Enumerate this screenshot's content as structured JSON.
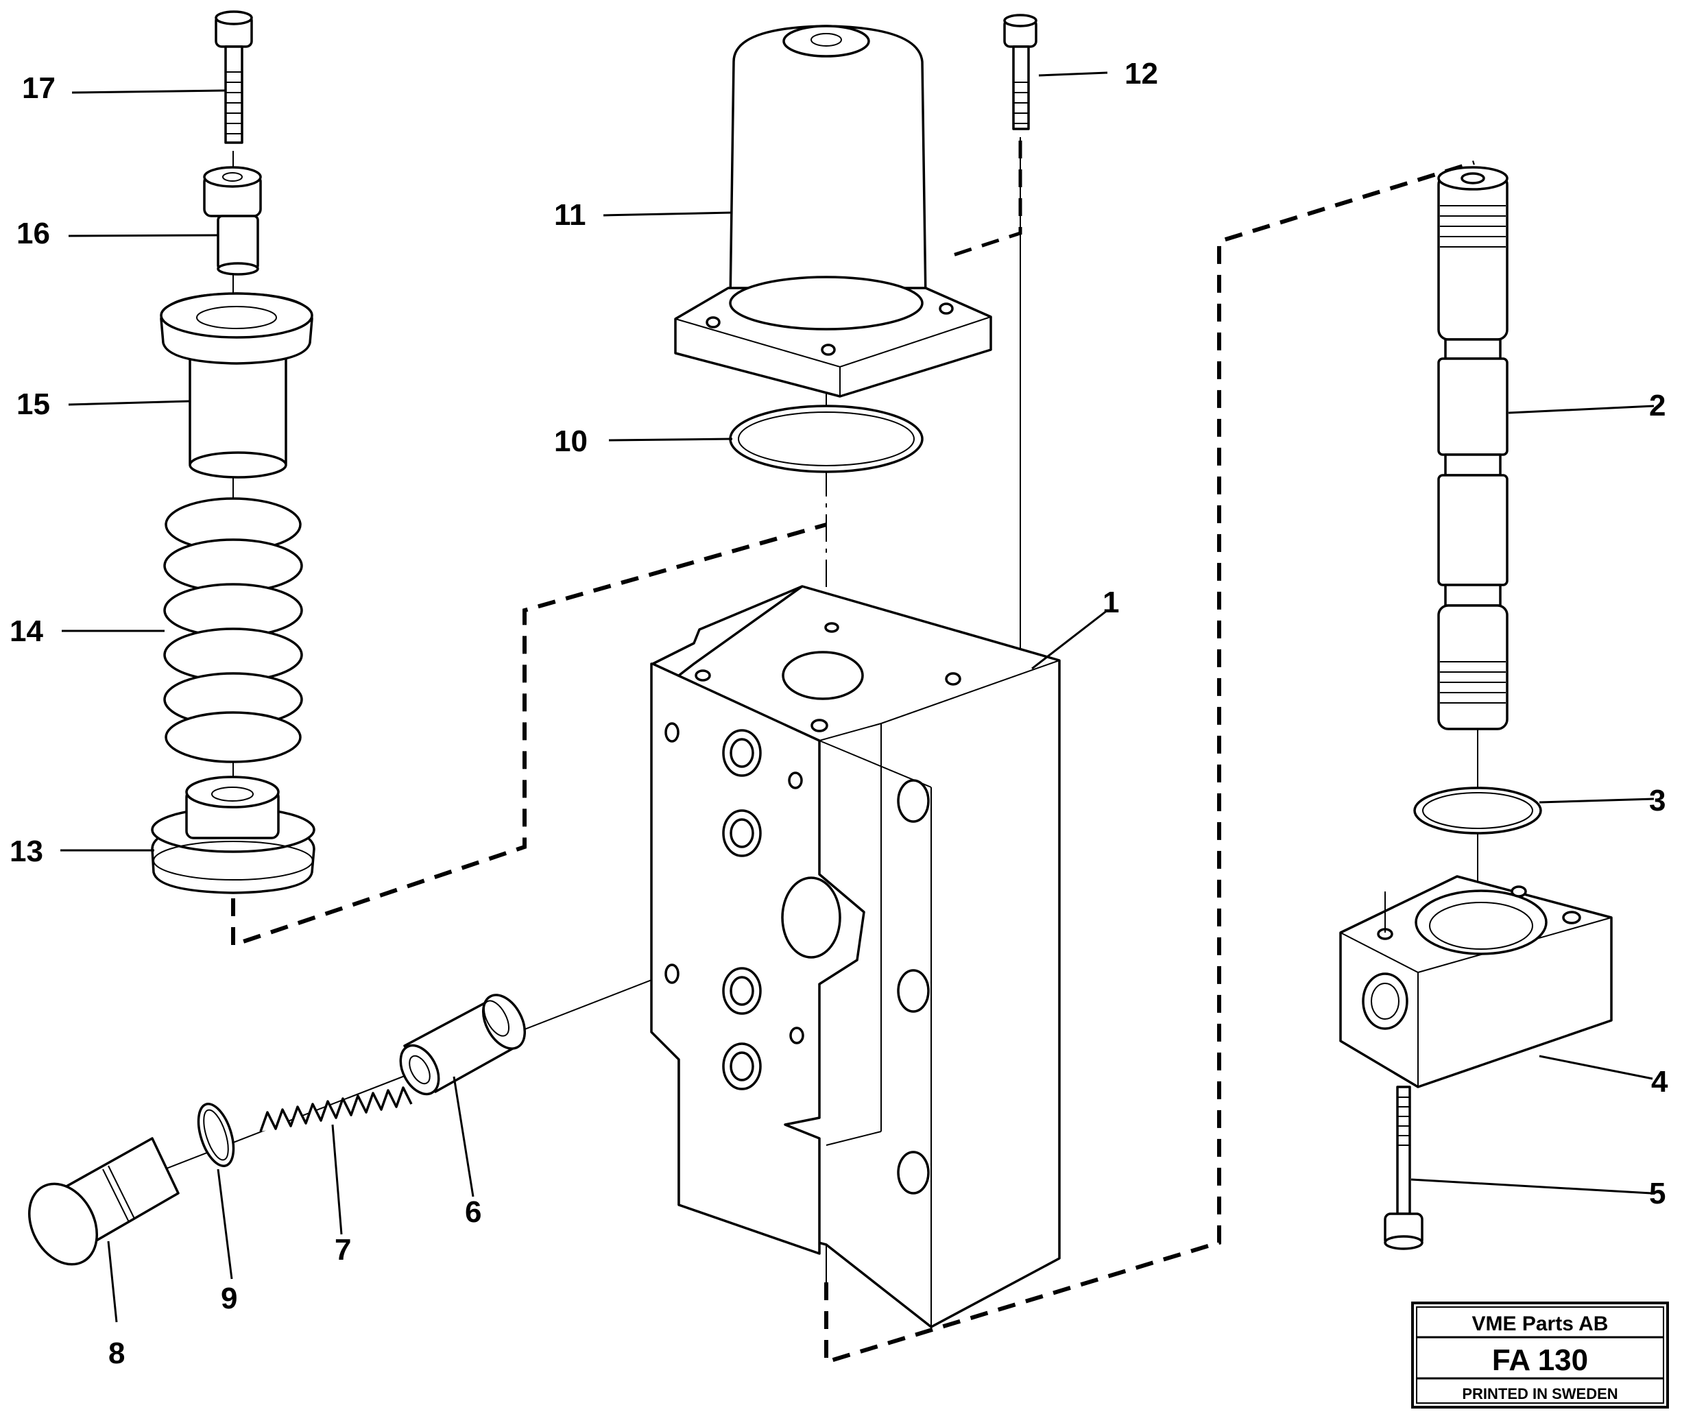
{
  "callouts": {
    "c1": "1",
    "c2": "2",
    "c3": "3",
    "c4": "4",
    "c5": "5",
    "c6": "6",
    "c7": "7",
    "c8": "8",
    "c9": "9",
    "c10": "10",
    "c11": "11",
    "c12": "12",
    "c13": "13",
    "c14": "14",
    "c15": "15",
    "c16": "16",
    "c17": "17"
  },
  "stamp": {
    "company": "VME Parts AB",
    "code": "FA 130",
    "printed": "PRINTED IN SWEDEN"
  },
  "colors": {
    "ink": "#000000",
    "paper": "#ffffff"
  }
}
